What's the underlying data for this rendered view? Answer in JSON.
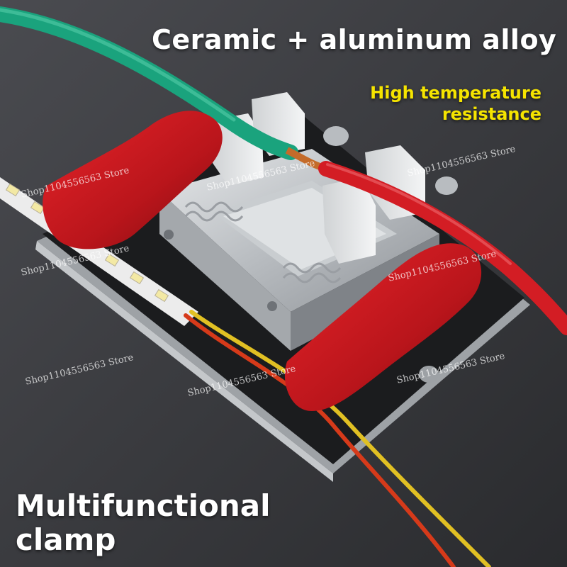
{
  "captions": {
    "title": "Ceramic + aluminum alloy",
    "heat_line1": "High temperature",
    "heat_line2": "resistance",
    "bottom_line1": "Multifunctional",
    "bottom_line2": "clamp"
  },
  "watermark": "Shop1104556563 Store",
  "colors": {
    "title_text": "#ffffff",
    "highlight_text": "#f5e400",
    "lever_red": "#c41a20",
    "wire_green": "#1aa37d",
    "wire_red": "#d31d24"
  }
}
